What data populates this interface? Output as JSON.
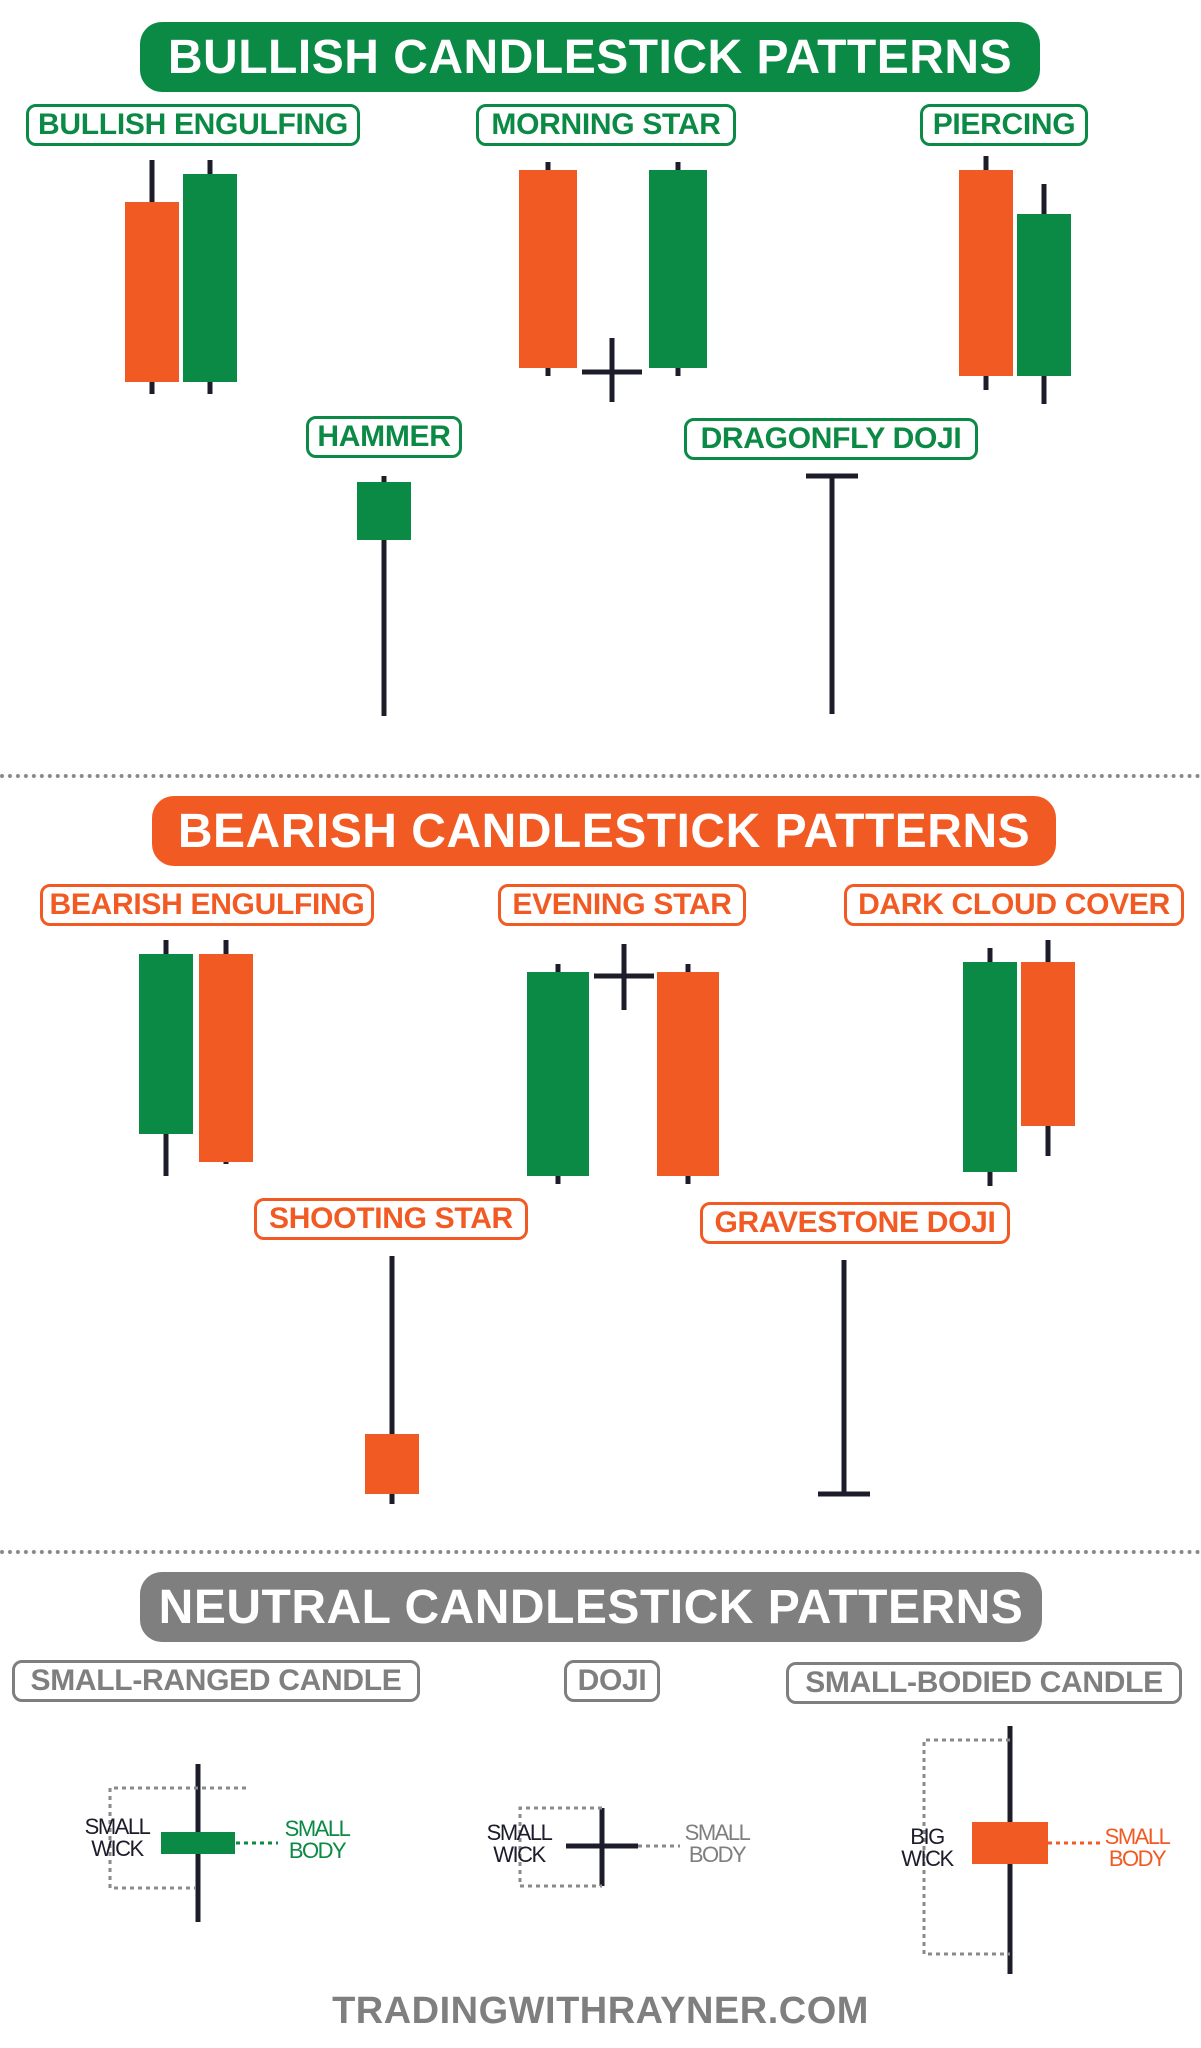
{
  "sections": {
    "bullish": {
      "title": "BULLISH CANDLESTICK PATTERNS",
      "color": "#0a8a45"
    },
    "bearish": {
      "title": "BEARISH  CANDLESTICK PATTERNS",
      "color": "#f25a24"
    },
    "neutral": {
      "title": "NEUTRAL CANDLESTICK PATTERNS",
      "color": "#7f7f7f"
    }
  },
  "patterns": {
    "bullish_engulfing": "BULLISH ENGULFING",
    "morning_star": "MORNING STAR",
    "piercing": "PIERCING",
    "hammer": "HAMMER",
    "dragonfly_doji": "DRAGONFLY DOJI",
    "bearish_engulfing": "BEARISH ENGULFING",
    "evening_star": "EVENING STAR",
    "dark_cloud_cover": "DARK CLOUD COVER",
    "shooting_star": "SHOOTING STAR",
    "gravestone_doji": "GRAVESTONE DOJI",
    "small_ranged_candle": "SMALL-RANGED CANDLE",
    "doji": "DOJI",
    "small_bodied_candle": "SMALL-BODIED CANDLE"
  },
  "annotations": {
    "small_wick": "SMALL\nWICK",
    "small_body": "SMALL\nBODY",
    "big_wick": "BIG\nWICK"
  },
  "colors": {
    "bullish": "#0a8a45",
    "bearish": "#f25a24",
    "neutral": "#7f7f7f",
    "wick": "#1c1c2b"
  },
  "footer": "TRADINGWITHRAYNER.COM"
}
